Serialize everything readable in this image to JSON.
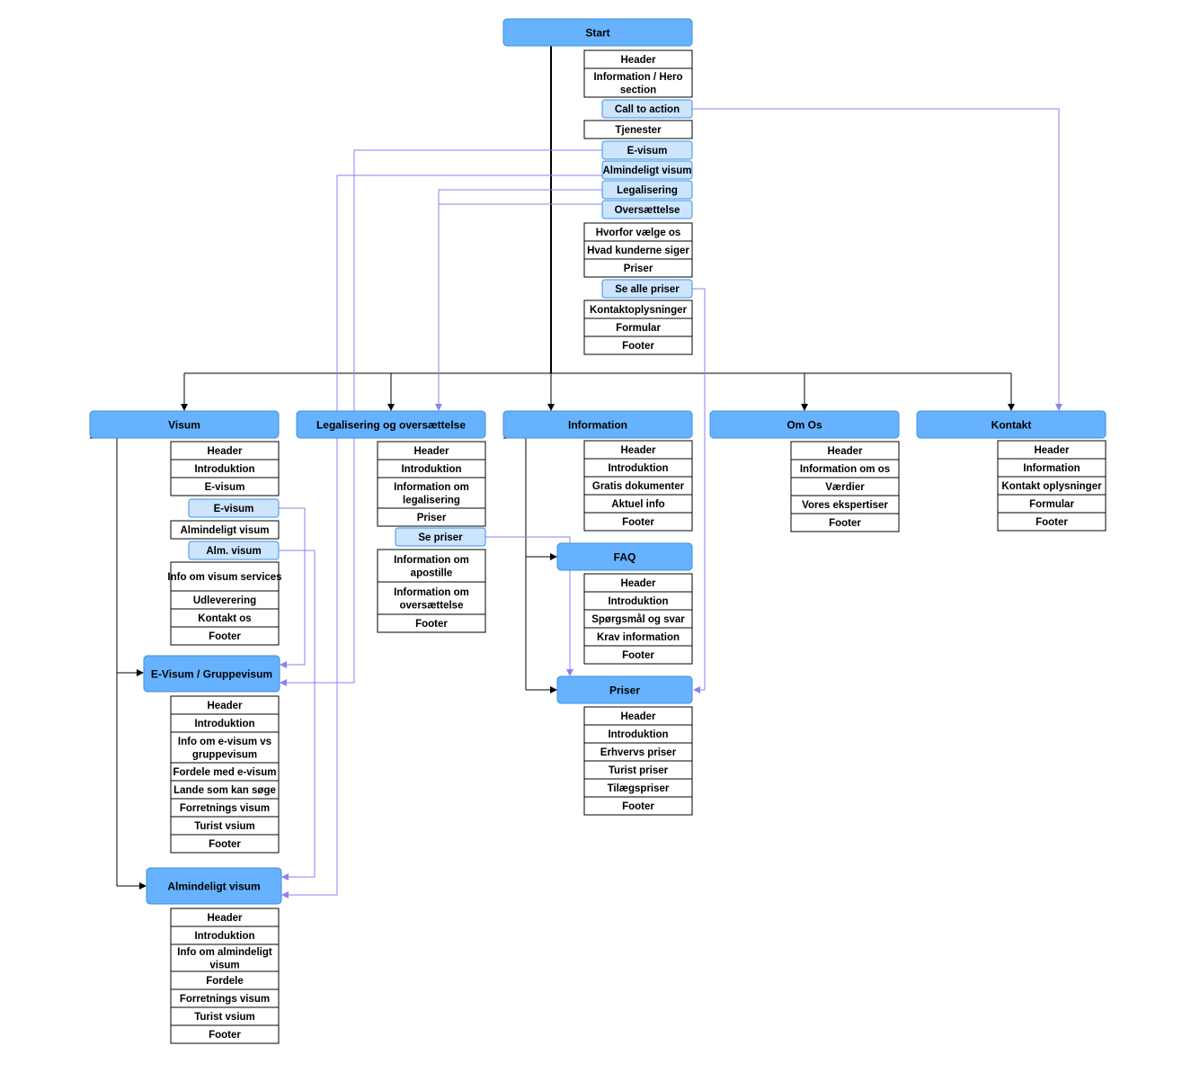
{
  "colors": {
    "page_fill": "#66b2ff",
    "link_fill": "#cce5ff",
    "section_fill": "#ffffff",
    "tree_line": "#000000",
    "cross_link": "#8c80f2"
  },
  "pages": {
    "start": "Start",
    "visum": "Visum",
    "legalisering": "Legalisering og oversættelse",
    "information": "Information",
    "om_os": "Om Os",
    "kontakt": "Kontakt",
    "evisum": "E-Visum / Gruppevisum",
    "almindeligt": "Almindeligt visum",
    "faq": "FAQ",
    "priser": "Priser"
  },
  "start_items": [
    "Header",
    "Information / Hero section",
    "Call to action",
    "Tjenester",
    "E-visum",
    "Almindeligt visum",
    "Legalisering",
    "Oversættelse",
    "Hvorfor vælge os",
    "Hvad kunderne siger",
    "Priser",
    "Se alle priser",
    "Kontaktoplysninger",
    "Formular",
    "Footer"
  ],
  "visum_items": [
    "Header",
    "Introduktion",
    "E-visum",
    "E-visum",
    "Almindeligt visum",
    "Alm. visum",
    "Info om visum services",
    "Udleverering",
    "Kontakt os",
    "Footer"
  ],
  "legal_items": [
    "Header",
    "Introduktion",
    "Information om legalisering",
    "Priser",
    "Se priser",
    "Information om apostille",
    "Information om oversættelse",
    "Footer"
  ],
  "info_items": [
    "Header",
    "Introduktion",
    "Gratis dokumenter",
    "Aktuel info",
    "Footer"
  ],
  "omos_items": [
    "Header",
    "Information om os",
    "Værdier",
    "Vores ekspertiser",
    "Footer"
  ],
  "kontakt_items": [
    "Header",
    "Information",
    "Kontakt oplysninger",
    "Formular",
    "Footer"
  ],
  "evisum_items": [
    "Header",
    "Introduktion",
    "Info om e-visum vs gruppevisum",
    "Fordele med e-visum",
    "Lande som kan søge",
    "Forretnings visum",
    "Turist vsium",
    "Footer"
  ],
  "alm_items": [
    "Header",
    "Introduktion",
    "Info om almindeligt visum",
    "Fordele",
    "Forretnings visum",
    "Turist vsium",
    "Footer"
  ],
  "faq_items": [
    "Header",
    "Introduktion",
    "Spørgsmål og svar",
    "Krav information",
    "Footer"
  ],
  "priser_items": [
    "Header",
    "Introduktion",
    "Erhvervs priser",
    "Turist priser",
    "Tilægspriser",
    "Footer"
  ]
}
